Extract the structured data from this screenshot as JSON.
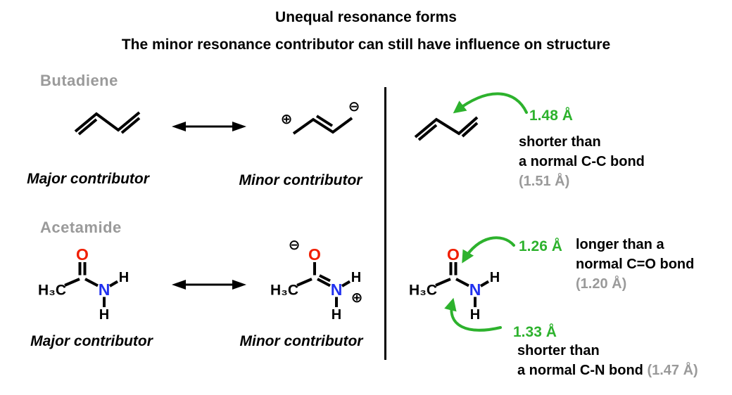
{
  "header": {
    "title": "Unequal resonance forms",
    "subtitle": "The minor resonance contributor can still have influence on structure"
  },
  "sections": {
    "butadiene": {
      "label": "Butadiene"
    },
    "acetamide": {
      "label": "Acetamide"
    }
  },
  "captions": {
    "major": "Major contributor",
    "minor": "Minor contributor"
  },
  "atoms": {
    "methyl": "H₃C",
    "oxygen": "O",
    "nitrogen": "N",
    "hydrogen": "H",
    "plus_charge": "⊕",
    "minus_charge": "⊖"
  },
  "annotations": {
    "cc": {
      "value": "1.48 Å",
      "line1": "shorter than",
      "line2": "a normal C-C bond",
      "ref": "(1.51 Å)"
    },
    "co": {
      "value": "1.26 Å",
      "line1": "longer than a",
      "line2": "normal C=O bond",
      "ref": "(1.20 Å)"
    },
    "cn": {
      "value": "1.33 Å",
      "line1": "shorter than",
      "line2": "a normal C-N bond",
      "ref": "(1.47 Å)"
    }
  },
  "colors": {
    "green": "#2db22d",
    "red": "#f01e00",
    "blue": "#2131f0",
    "gray": "#9a9a9a",
    "black": "#000000"
  }
}
